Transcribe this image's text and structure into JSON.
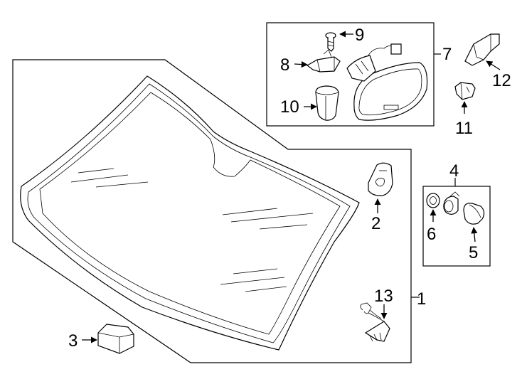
{
  "diagram": {
    "callouts": [
      {
        "id": "c1",
        "text": "1"
      },
      {
        "id": "c2",
        "text": "2"
      },
      {
        "id": "c3",
        "text": "3"
      },
      {
        "id": "c4",
        "text": "4"
      },
      {
        "id": "c5",
        "text": "5"
      },
      {
        "id": "c6",
        "text": "6"
      },
      {
        "id": "c7",
        "text": "7"
      },
      {
        "id": "c8",
        "text": "8"
      },
      {
        "id": "c9",
        "text": "9"
      },
      {
        "id": "c10",
        "text": "10"
      },
      {
        "id": "c11",
        "text": "11"
      },
      {
        "id": "c12",
        "text": "12"
      },
      {
        "id": "c13",
        "text": "13"
      }
    ]
  }
}
